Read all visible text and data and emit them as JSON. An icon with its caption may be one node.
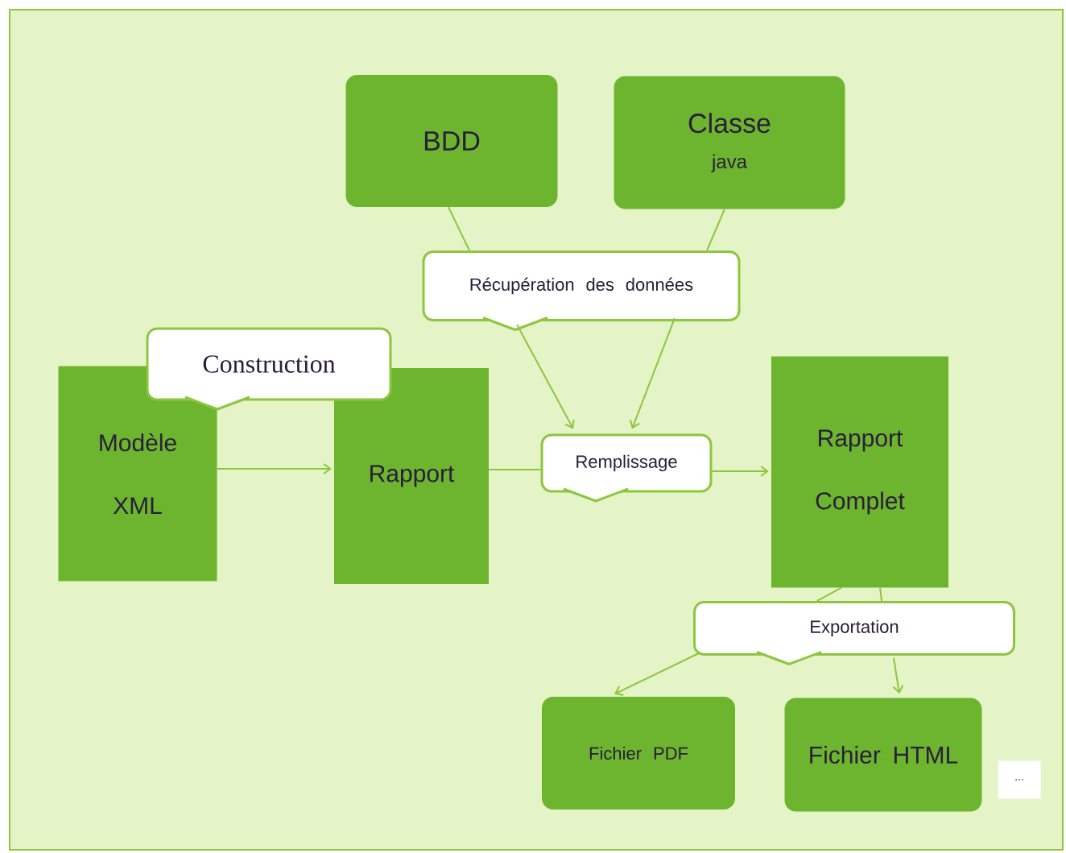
{
  "diagram": {
    "nodes": [
      {
        "text": [
          "BDD"
        ]
      },
      {
        "text": [
          "Classe",
          "java"
        ]
      },
      {
        "text": [
          "Récupération des données"
        ]
      },
      {
        "text": [
          "Construction"
        ]
      },
      {
        "text": [
          "Modèle XML"
        ]
      },
      {
        "text": [
          "Rapport"
        ]
      },
      {
        "text": [
          "Remplissage"
        ]
      },
      {
        "text": [
          "Rapport Complet"
        ]
      },
      {
        "text": [
          "Exportation"
        ]
      },
      {
        "text": [
          "Fichier PDF"
        ]
      },
      {
        "text": [
          "Fichier HTML"
        ]
      },
      {
        "text": [
          "..."
        ]
      }
    ],
    "edges": [
      {
        "from": 0,
        "to": 2,
        "arrow": "none"
      },
      {
        "from": 1,
        "to": 2,
        "arrow": "none"
      },
      {
        "from": 2,
        "to": 6,
        "arrow": "to"
      },
      {
        "from": 2,
        "to": 6,
        "arrow": "to"
      },
      {
        "from": 4,
        "to": 5,
        "arrow": "to"
      },
      {
        "from": 5,
        "to": 6,
        "arrow": "none"
      },
      {
        "from": 6,
        "to": 7,
        "arrow": "to"
      },
      {
        "from": 7,
        "to": 8,
        "arrow": "none"
      },
      {
        "from": 7,
        "to": 8,
        "arrow": "none"
      },
      {
        "from": 8,
        "to": 9,
        "arrow": "to"
      },
      {
        "from": 8,
        "to": 10,
        "arrow": "to"
      }
    ]
  }
}
